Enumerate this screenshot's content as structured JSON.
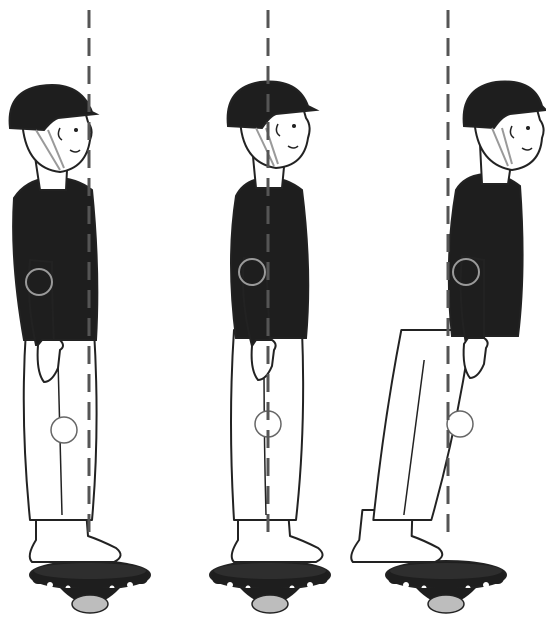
{
  "figures": [
    {
      "id": "figure-left",
      "lean": "backward"
    },
    {
      "id": "figure-center",
      "lean": "upright"
    },
    {
      "id": "figure-right",
      "lean": "forward"
    }
  ],
  "colors": {
    "outline": "#222222",
    "shirt": "#1e1e1e",
    "helmet": "#1e1e1e",
    "skin": "#ffffff",
    "reference_line": "#555555",
    "joint_marker": "#9a9a9a",
    "skate_body": "#1e1e1e",
    "skate_wheel": "#bdbdbd"
  },
  "icons": [
    "helmet-icon",
    "hip-joint-marker",
    "knee-joint-marker",
    "hovershoe-skate-icon",
    "vertical-reference-line"
  ]
}
